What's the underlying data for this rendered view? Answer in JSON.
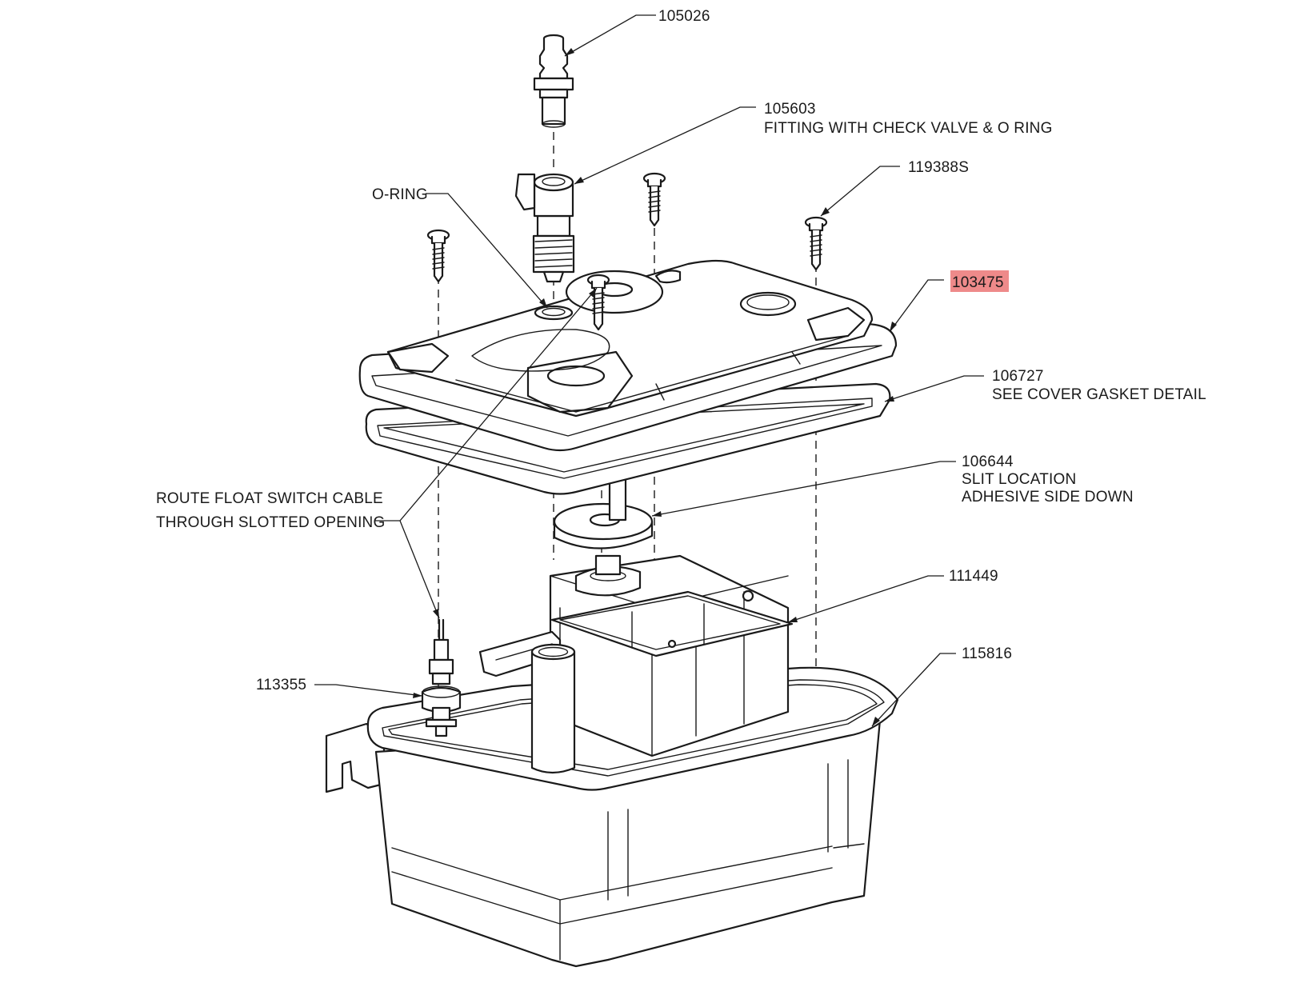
{
  "labels": {
    "p105026": "105026",
    "p105603_code": "105603",
    "p105603_desc": "FITTING WITH CHECK VALVE & O RING",
    "p119388s": "119388S",
    "oring": "O-RING",
    "p103475": "103475",
    "p106727_code": "106727",
    "p106727_desc": "SEE COVER GASKET DETAIL",
    "p106644_code": "106644",
    "p106644_line2": "SLIT LOCATION",
    "p106644_line3": "ADHESIVE SIDE DOWN",
    "route_line1": "ROUTE FLOAT SWITCH CABLE",
    "route_line2": "THROUGH SLOTTED OPENING",
    "p111449": "111449",
    "p115816": "115816",
    "p113355": "113355"
  },
  "colors": {
    "highlight": "#ee8a8a",
    "line": "#1a1a1a",
    "background": "#ffffff"
  }
}
